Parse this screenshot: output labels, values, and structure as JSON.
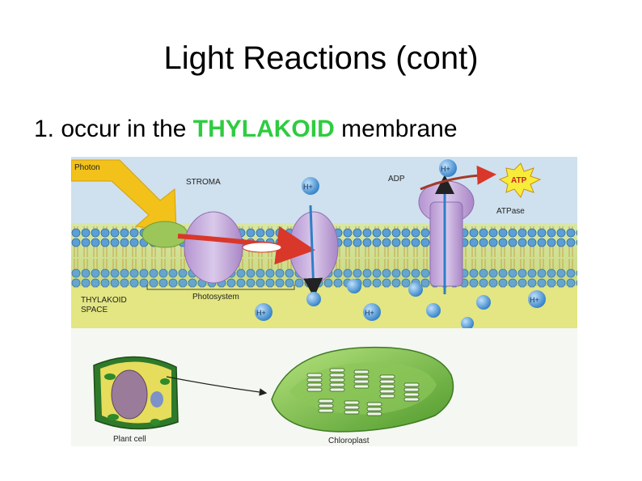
{
  "slide": {
    "title": "Light Reactions (cont)",
    "bullet_prefix": "1. occur in the ",
    "bullet_highlight": "THYLAKOID",
    "bullet_suffix": " membrane"
  },
  "diagram": {
    "labels": {
      "photon": "Photon",
      "stroma": "STROMA",
      "adp": "ADP",
      "atp": "ATP",
      "atpase": "ATPase",
      "thylakoid_space_1": "THYLAKOID",
      "thylakoid_space_2": "SPACE",
      "photosystem": "Photosystem",
      "hplus": "H+",
      "plant_cell": "Plant cell",
      "chloroplast": "Chloroplast"
    },
    "colors": {
      "highlight": "#2ecc40",
      "stroma": "#cfe1ee",
      "thylakoid_space": "#e3e682",
      "protein": "#c3a6d6",
      "photon": "#f2c21a",
      "arrow": "#d9372a",
      "ion": "#4a92d1",
      "chloroplast": "#7ec24a"
    }
  }
}
